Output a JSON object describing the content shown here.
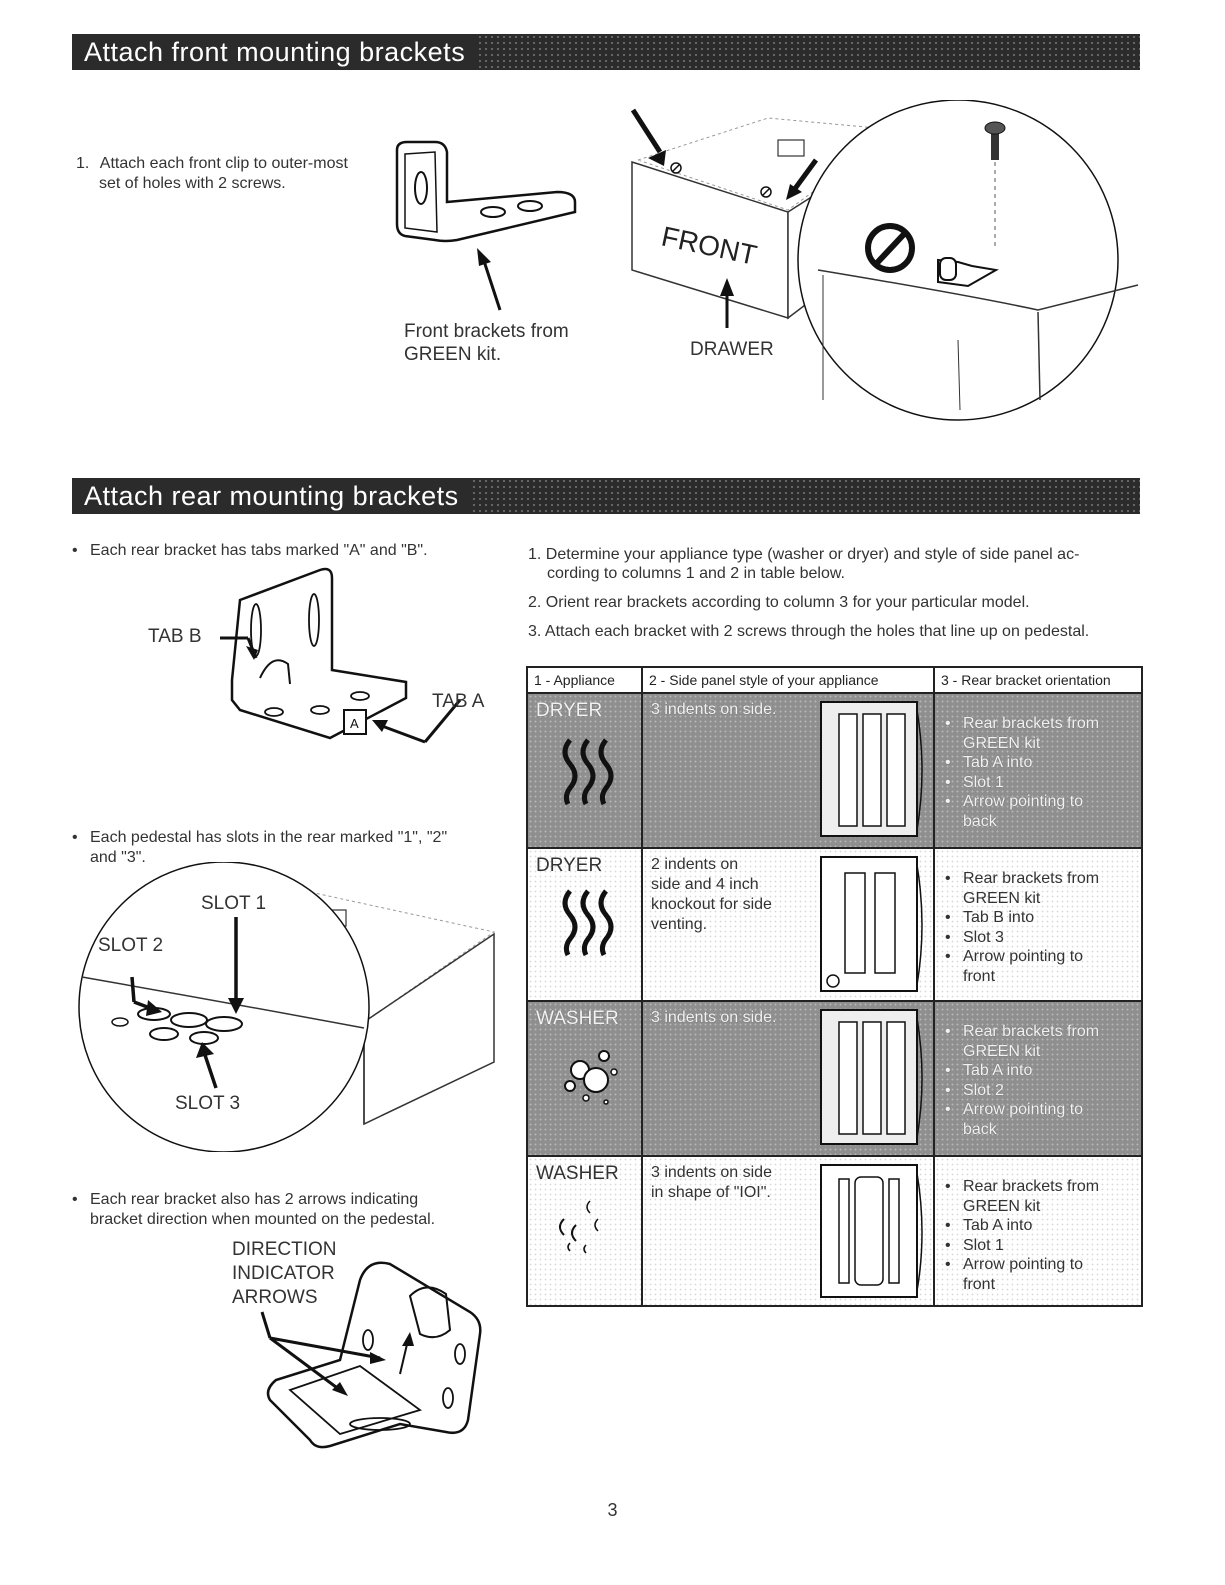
{
  "front_section": {
    "title": "Attach front mounting brackets",
    "step_number": "1.",
    "step_line1": "Attach each front clip to outer-most",
    "step_line2": "set of holes with 2 screws.",
    "bracket_label_line1": "Front brackets from",
    "bracket_label_line2": "GREEN kit.",
    "front_text": "FRONT",
    "drawer_label": "DRAWER"
  },
  "rear_section": {
    "title": "Attach rear mounting brackets",
    "bullets": {
      "tabs": "Each rear bracket has tabs marked \"A\" and \"B\".",
      "slots_line1": "Each pedestal has slots in the rear marked \"1\", \"2\"",
      "slots_line2": "and \"3\".",
      "arrows_line1": "Each rear bracket also has 2 arrows  indicating",
      "arrows_line2": "bracket direction when mounted on the pedestal."
    },
    "labels": {
      "tab_b": "TAB B",
      "tab_a": "TAB A",
      "tab_a_mark": "A",
      "slot1": "SLOT 1",
      "slot2": "SLOT 2",
      "slot3": "SLOT 3",
      "direction_line1": "DIRECTION",
      "direction_line2": "INDICATOR",
      "direction_line3": "ARROWS"
    },
    "steps": [
      {
        "num": "1.",
        "line1": "Determine your appliance type (washer or dryer) and style of side panel ac-",
        "line2": "cording to columns 1 and 2 in table below."
      },
      {
        "num": "2.",
        "line1": "Orient rear brackets according to column 3 for your particular model.",
        "line2": ""
      },
      {
        "num": "3.",
        "line1": "Attach each bracket with 2 screws through the holes that line up on pedestal.",
        "line2": ""
      }
    ]
  },
  "table": {
    "headers": [
      "1 - Appliance",
      "2 - Side panel style of your appliance",
      "3 - Rear bracket orientation"
    ],
    "rows": [
      {
        "appliance": "DRYER",
        "style_lines": [
          "3 indents on side."
        ],
        "orientation": [
          "Rear brackets from",
          "GREEN kit",
          "Tab A into",
          "Slot 1",
          "Arrow pointing to",
          "back"
        ]
      },
      {
        "appliance": "DRYER",
        "style_lines": [
          "2 indents on",
          "side and 4 inch",
          "knockout for side",
          "venting."
        ],
        "orientation": [
          "Rear brackets from",
          "GREEN kit",
          "Tab B into",
          "Slot 3",
          "Arrow pointing to",
          "front"
        ]
      },
      {
        "appliance": "WASHER",
        "style_lines": [
          "3 indents on side."
        ],
        "orientation": [
          "Rear brackets from",
          "GREEN kit",
          "Tab A into",
          "Slot 2",
          "Arrow pointing to",
          "back"
        ]
      },
      {
        "appliance": "WASHER",
        "style_lines": [
          "3 indents on side",
          "in shape of \"IOI\"."
        ],
        "orientation": [
          "Rear brackets from",
          "GREEN kit",
          "Tab A into",
          "Slot 1",
          "Arrow pointing to",
          "front"
        ]
      }
    ]
  },
  "page_number": "3"
}
